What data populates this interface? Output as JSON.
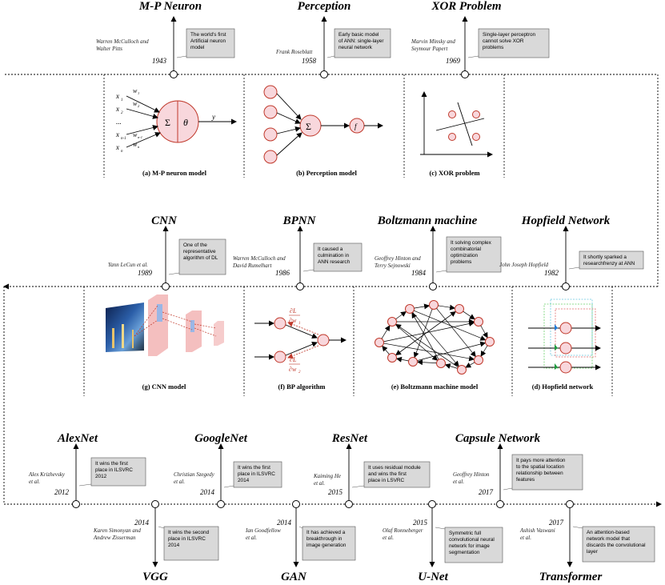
{
  "row1": {
    "events": [
      {
        "title": "M-P Neuron",
        "author": [
          "Warren McCulloch and",
          "Walter Pitts"
        ],
        "year": "1943",
        "note": [
          "The world's first",
          "Artificial neuron",
          "model"
        ]
      },
      {
        "title": "Perception",
        "author": [
          "Frank Roseblatt"
        ],
        "year": "1958",
        "note": [
          "Early basic model",
          "of ANN: single-layer",
          "neural network"
        ]
      },
      {
        "title": "XOR Problem",
        "author": [
          "Marvin Minsky and",
          "Seymour Papert"
        ],
        "year": "1969",
        "note": [
          "Single-layer perceptron",
          "cannot solve XOR",
          "problems"
        ]
      }
    ],
    "captions": [
      "(a) M-P neuron model",
      "(b) Perception model",
      "(c) XOR problem"
    ]
  },
  "row2": {
    "events": [
      {
        "title": "CNN",
        "author": [
          "Yann LeCun et al."
        ],
        "year": "1989",
        "note": [
          "One of the",
          "representative",
          "algorithm of DL"
        ]
      },
      {
        "title": "BPNN",
        "author": [
          "Warren McCulloch and",
          "David Rumelhart"
        ],
        "year": "1986",
        "note": [
          "It caused a",
          "culmination in",
          "ANN research"
        ]
      },
      {
        "title": "Boltzmann machine",
        "author": [
          "Geoffrey Hinton and",
          "Terry Sejnowski"
        ],
        "year": "1984",
        "note": [
          "It solving complex",
          "combinatorial",
          "optimization",
          "problems"
        ]
      },
      {
        "title": "Hopfield Network",
        "author": [
          "John Joseph Hopfield"
        ],
        "year": "1982",
        "note": [
          "It shortly sparked a",
          "researchfrenzy at ANN"
        ]
      }
    ],
    "captions": [
      "(g) CNN model",
      "(f) BP algorithm",
      "(e) Boltzmann machine model",
      "(d) Hopfield network"
    ]
  },
  "row3": {
    "top": [
      {
        "title": "AlexNet",
        "author": [
          "Alex Krizhevsky",
          "et al."
        ],
        "year": "2012",
        "note": [
          "It wins the first",
          "place in ILSVRC",
          "2012"
        ]
      },
      {
        "title": "GoogleNet",
        "author": [
          "Christian Szegedy",
          "et al."
        ],
        "year": "2014",
        "note": [
          "It wins the first",
          "place in ILSVRC",
          "2014"
        ]
      },
      {
        "title": "ResNet",
        "author": [
          "Kaiming He",
          "et al."
        ],
        "year": "2015",
        "note": [
          "It uses residual module",
          "and wins the first",
          "place in LSVRC"
        ]
      },
      {
        "title": "Capsule Network",
        "author": [
          "Geoffrey Hinton",
          "et al."
        ],
        "year": "2017",
        "note": [
          "It pays more attention",
          "to the spatial location",
          "relationship between",
          "features"
        ]
      }
    ],
    "bottom": [
      {
        "title": "VGG",
        "author": [
          "Karen Simonyan and",
          "Andrew Zisserman"
        ],
        "year": "2014",
        "note": [
          "It wins the second",
          "place in ILSVRC",
          "2014"
        ]
      },
      {
        "title": "GAN",
        "author": [
          "Ian Goodfellow",
          "et al."
        ],
        "year": "2014",
        "note": [
          "It has achieved a",
          "breakthrough in",
          "image generation"
        ]
      },
      {
        "title": "U-Net",
        "author": [
          "Olaf Ronneberger",
          "et al."
        ],
        "year": "2015",
        "note": [
          "Symmetric full",
          "convolutional neural",
          "network for image",
          "segmentation"
        ]
      },
      {
        "title": "Transformer",
        "author": [
          "Ashish Vaswani",
          "et al."
        ],
        "year": "2017",
        "note": [
          "An attention-based",
          "network model that",
          "discards the convolutional",
          "layer"
        ]
      }
    ]
  },
  "labels": {
    "mp_inputs": [
      "x",
      "x",
      "...",
      "x",
      "x"
    ],
    "mp_input_subs": [
      "1",
      "2",
      "",
      "n-1",
      "n"
    ],
    "mp_weights": [
      "w",
      "w",
      "w",
      "w"
    ],
    "mp_weight_subs": [
      "1",
      "2",
      "n-1",
      "n"
    ],
    "mp_sum": "Σ",
    "mp_theta": "θ",
    "mp_output": "y",
    "perc_sum": "Σ",
    "perc_f": "f",
    "bp_grad1": "∂L",
    "bp_grad1_den": "∂w",
    "bp_grad1_sub": "1",
    "bp_grad2": "∂L",
    "bp_grad2_den": "∂w",
    "bp_grad2_sub": "2"
  },
  "colors": {
    "node_fill": "#f8d7dc",
    "node_stroke": "#c0392b",
    "note_box": "#d9d9d9",
    "grad_red": "#c0392b"
  }
}
